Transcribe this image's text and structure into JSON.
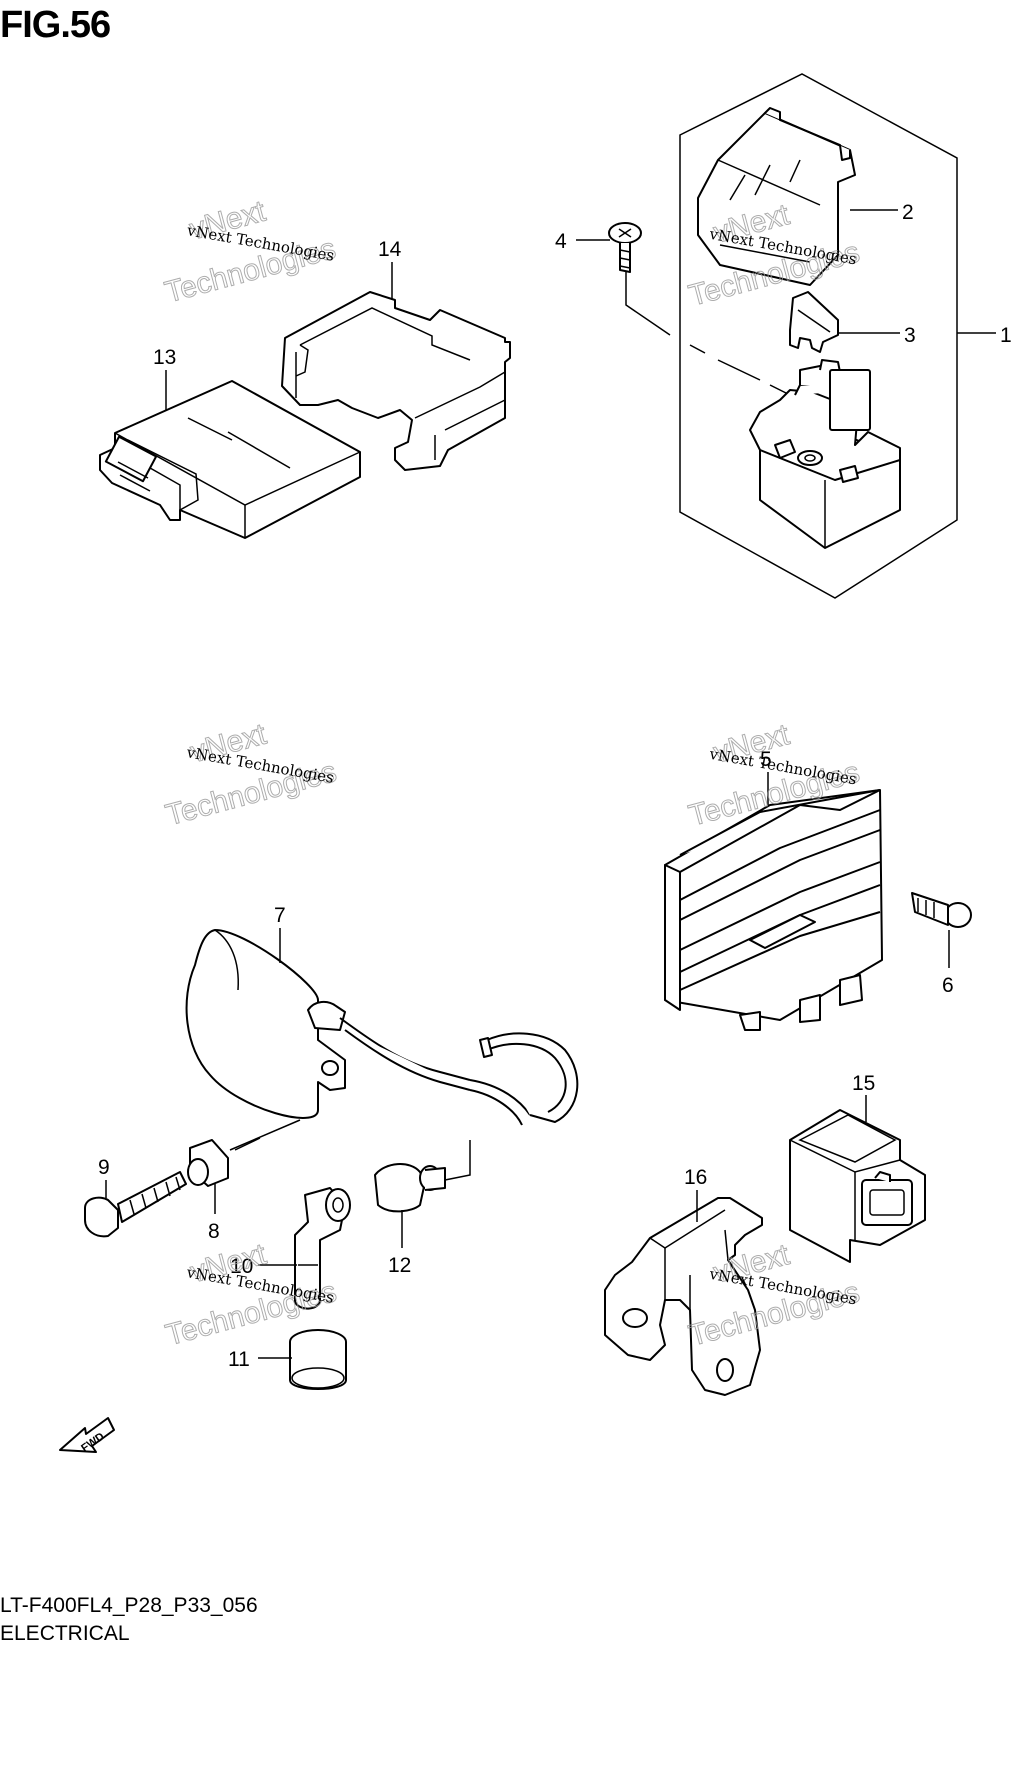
{
  "figure": {
    "title": "FIG.56"
  },
  "footer": {
    "model_code": "LT-F400FL4_P28_P33_056",
    "section_name": "ELECTRICAL"
  },
  "watermark": {
    "small_text": "vNext Technologies",
    "line_1": "vNext",
    "line_2": "Technologies"
  },
  "fwd_label": "FWD",
  "callouts": [
    "1",
    "2",
    "3",
    "4",
    "5",
    "6",
    "7",
    "8",
    "9",
    "10",
    "11",
    "12",
    "13",
    "14",
    "15",
    "16"
  ]
}
